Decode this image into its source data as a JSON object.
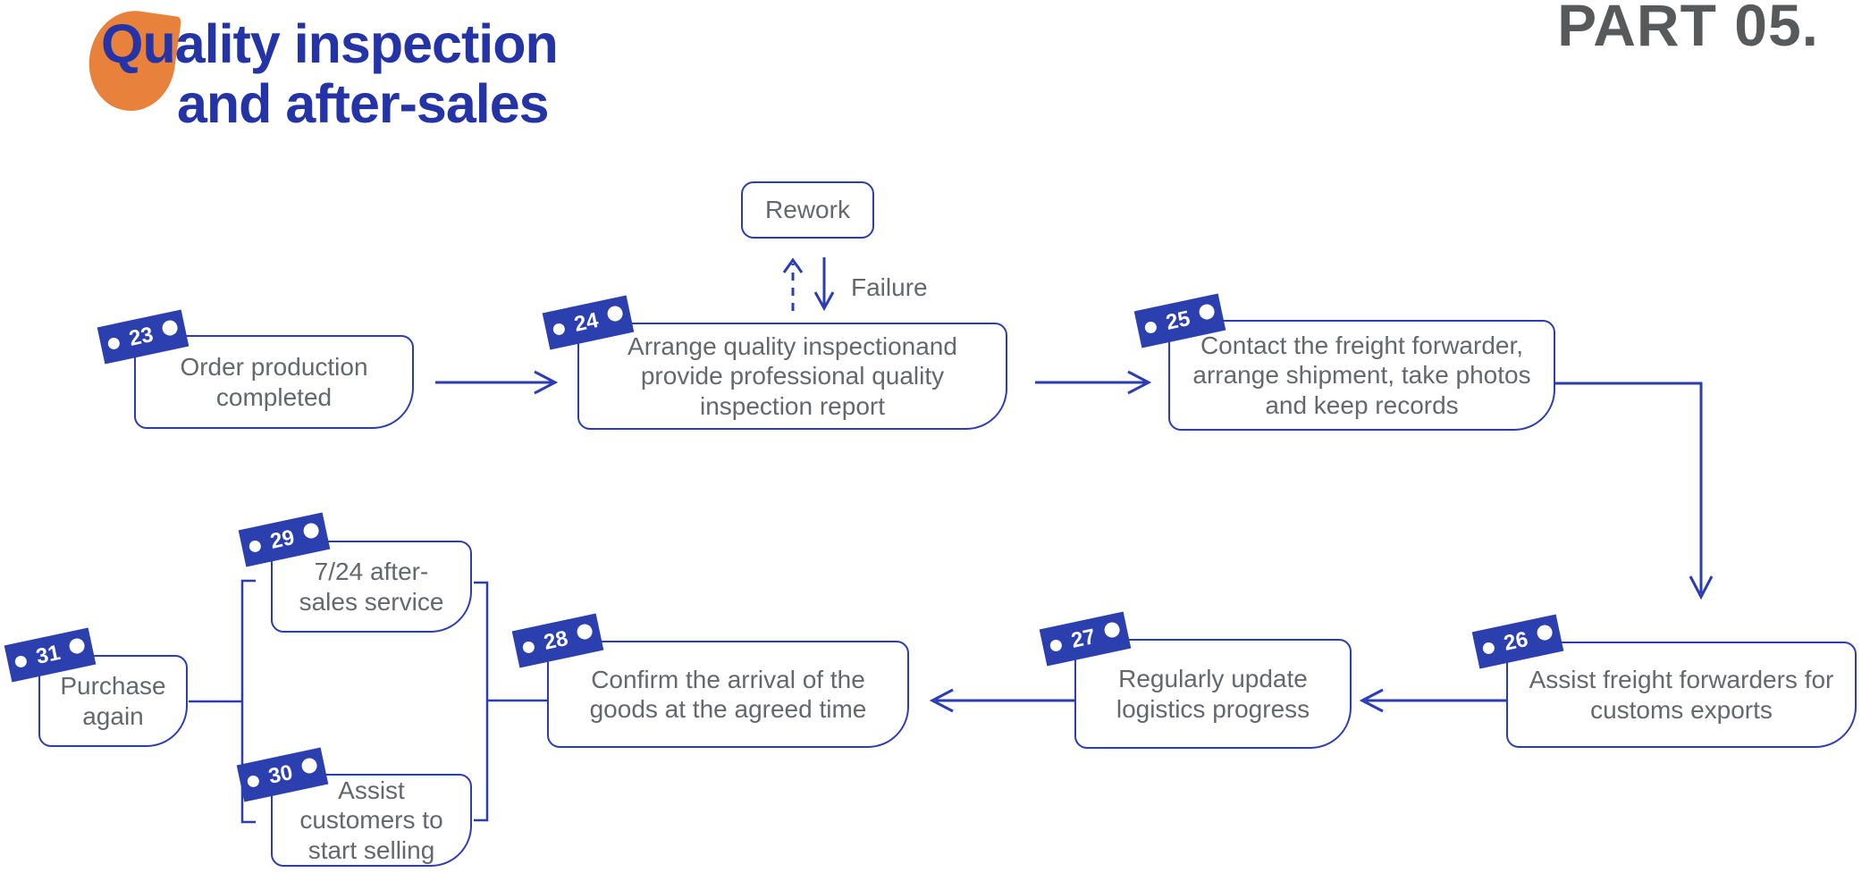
{
  "header": {
    "title_line1": "Quality inspection",
    "title_line2": "and after-sales",
    "part_label": "PART 05."
  },
  "colors": {
    "primary_blue": "#2b3fae",
    "line_blue": "#2c3cb3",
    "title_blue": "#2434a6",
    "body_text_gray": "#64676c",
    "part_label_gray": "#58595b",
    "accent_orange": "#e8813b"
  },
  "rework": {
    "label": "Rework"
  },
  "failure_label": "Failure",
  "steps": {
    "s23": {
      "num": "23",
      "text": "Order production completed"
    },
    "s24": {
      "num": "24",
      "text": "Arrange quality inspectionand provide professional quality inspection report"
    },
    "s25": {
      "num": "25",
      "text": "Contact the freight forwarder, arrange shipment, take photos and keep records"
    },
    "s26": {
      "num": "26",
      "text": "Assist freight forwarders for customs exports"
    },
    "s27": {
      "num": "27",
      "text": "Regularly update logistics progress"
    },
    "s28": {
      "num": "28",
      "text": "Confirm the arrival of the goods at the agreed time"
    },
    "s29": {
      "num": "29",
      "text": "7/24 after-sales service"
    },
    "s30": {
      "num": "30",
      "text": "Assist customers to start selling"
    },
    "s31": {
      "num": "31",
      "text": "Purchase again"
    }
  }
}
